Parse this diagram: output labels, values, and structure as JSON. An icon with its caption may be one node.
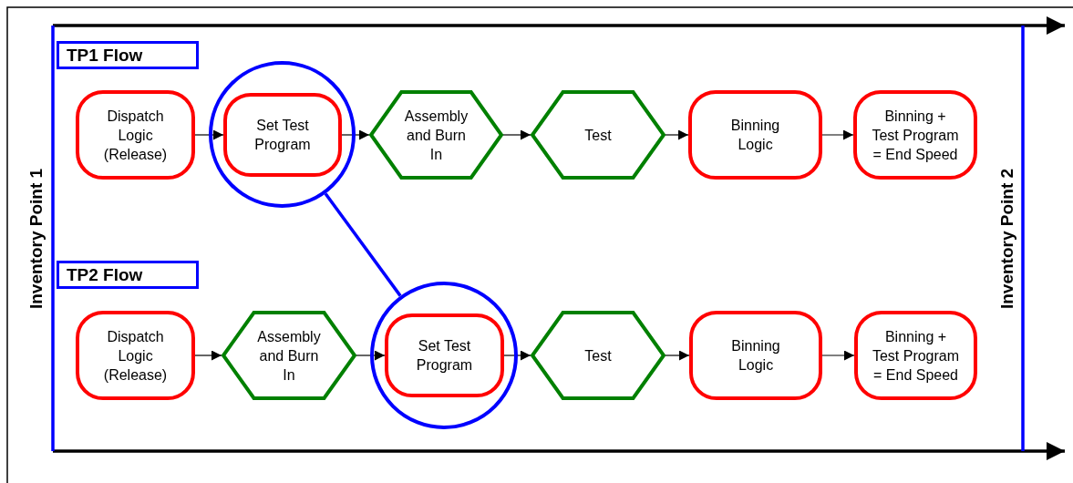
{
  "diagram": {
    "nodes": [
      {
        "text": [
          "TP1 Flow"
        ]
      },
      {
        "text": [
          "Dispatch Logic (Release)"
        ]
      },
      {
        "text": [],
        "shape": "circle"
      },
      {
        "text": [
          "Set Test Program"
        ],
        "in": 2
      },
      {
        "text": [
          "Assembly and Burn In"
        ]
      },
      {
        "text": [
          "Test"
        ]
      },
      {
        "text": [
          "Binning Logic"
        ]
      },
      {
        "text": [
          "Binning + Test Program = End Speed"
        ]
      },
      {
        "text": [
          "TP2 Flow"
        ]
      },
      {
        "text": [
          "Dispatch Logic (Release)"
        ]
      },
      {
        "text": [
          "Assembly and Burn In"
        ]
      },
      {
        "text": [],
        "shape": "circle"
      },
      {
        "text": [
          "Set Test Program"
        ],
        "in": 11
      },
      {
        "text": [
          "Test"
        ]
      },
      {
        "text": [
          "Binning Logic"
        ]
      },
      {
        "text": [
          "Binning + Test Program = End Speed"
        ]
      }
    ],
    "edges": [
      {
        "from": 1,
        "to": 3,
        "arrow": "to"
      },
      {
        "from": 3,
        "to": 4,
        "arrow": "to"
      },
      {
        "from": 4,
        "to": 5,
        "arrow": "to"
      },
      {
        "from": 5,
        "to": 6,
        "arrow": "to"
      },
      {
        "from": 6,
        "to": 7,
        "arrow": "to"
      },
      {
        "from": 9,
        "to": 10,
        "arrow": "to"
      },
      {
        "from": 10,
        "to": 12,
        "arrow": "to"
      },
      {
        "from": 12,
        "to": 13,
        "arrow": "to"
      },
      {
        "from": 13,
        "to": 14,
        "arrow": "to"
      },
      {
        "from": 14,
        "to": 15,
        "arrow": "to"
      },
      {
        "from": 2,
        "to": 11,
        "arrow": "none",
        "style": "thick",
        "color": "#0000ff"
      }
    ],
    "labels": [
      "Inventory Point 1",
      "Inventory Point 2"
    ]
  }
}
